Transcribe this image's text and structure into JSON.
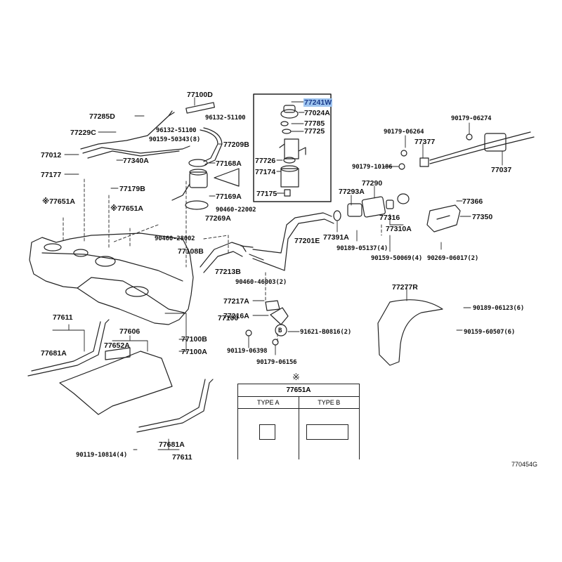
{
  "diagram": {
    "figure_id": "770454G",
    "highlighted_part": "77241W",
    "highlight_color": "#9fc5f0",
    "labels": [
      {
        "id": "77100D",
        "text": "77100D"
      },
      {
        "id": "96132-51100a",
        "text": "96132-51100"
      },
      {
        "id": "77285D",
        "text": "77285D"
      },
      {
        "id": "77229C",
        "text": "77229C"
      },
      {
        "id": "96132-51100b",
        "text": "96132-51100"
      },
      {
        "id": "90159-50343",
        "text": "90159-50343(8)"
      },
      {
        "id": "77209B",
        "text": "77209B"
      },
      {
        "id": "77012",
        "text": "77012"
      },
      {
        "id": "77340A",
        "text": "77340A"
      },
      {
        "id": "77168A",
        "text": "77168A"
      },
      {
        "id": "77177",
        "text": "77177"
      },
      {
        "id": "77179B",
        "text": "77179B"
      },
      {
        "id": "77169A",
        "text": "77169A"
      },
      {
        "id": "77651A-left",
        "text": "※77651A"
      },
      {
        "id": "77651A-mid",
        "text": "※77651A"
      },
      {
        "id": "90460-22002",
        "text": "90460-22002"
      },
      {
        "id": "77269A",
        "text": "77269A"
      },
      {
        "id": "90460-28002",
        "text": "90460-28002"
      },
      {
        "id": "77108B",
        "text": "77108B"
      },
      {
        "id": "77213B",
        "text": "77213B"
      },
      {
        "id": "77201E",
        "text": "77201E"
      },
      {
        "id": "90460-46003",
        "text": "90460-46003(2)"
      },
      {
        "id": "77241W",
        "text": "77241W"
      },
      {
        "id": "77024A",
        "text": "77024A"
      },
      {
        "id": "77785",
        "text": "77785"
      },
      {
        "id": "77725",
        "text": "77725"
      },
      {
        "id": "77726",
        "text": "77726"
      },
      {
        "id": "77174",
        "text": "77174"
      },
      {
        "id": "77175",
        "text": "77175"
      },
      {
        "id": "90179-06274",
        "text": "90179-06274"
      },
      {
        "id": "90179-06264",
        "text": "90179-06264"
      },
      {
        "id": "77377",
        "text": "77377"
      },
      {
        "id": "90179-10186",
        "text": "90179-10186"
      },
      {
        "id": "77037",
        "text": "77037"
      },
      {
        "id": "77290",
        "text": "77290"
      },
      {
        "id": "77293A",
        "text": "77293A"
      },
      {
        "id": "77366",
        "text": "77366"
      },
      {
        "id": "77316",
        "text": "77316"
      },
      {
        "id": "77350",
        "text": "77350"
      },
      {
        "id": "77391A",
        "text": "77391A"
      },
      {
        "id": "77310A",
        "text": "77310A"
      },
      {
        "id": "90189-05137",
        "text": "90189-05137(4)"
      },
      {
        "id": "90159-50069",
        "text": "90159-50069(4)"
      },
      {
        "id": "90269-06017",
        "text": "90269-06017(2)"
      },
      {
        "id": "77277R",
        "text": "77277R"
      },
      {
        "id": "90189-06123",
        "text": "90189-06123(6)"
      },
      {
        "id": "90159-60507",
        "text": "90159-60507(6)"
      },
      {
        "id": "77217A",
        "text": "77217A"
      },
      {
        "id": "77216A",
        "text": "77216A"
      },
      {
        "id": "91621-B0816",
        "text": "91621-B0816(2)"
      },
      {
        "id": "77100",
        "text": "77100"
      },
      {
        "id": "77100B",
        "text": "77100B"
      },
      {
        "id": "77100A",
        "text": "77100A"
      },
      {
        "id": "90119-06398",
        "text": "90119-06398"
      },
      {
        "id": "90179-06156",
        "text": "90179-06156"
      },
      {
        "id": "77611-left",
        "text": "77611"
      },
      {
        "id": "77606",
        "text": "77606"
      },
      {
        "id": "77681A-left",
        "text": "77681A"
      },
      {
        "id": "77652A",
        "text": "77652A"
      },
      {
        "id": "77681A-right",
        "text": "77681A"
      },
      {
        "id": "77611-right",
        "text": "77611"
      },
      {
        "id": "90119-10814",
        "text": "90119-10814(4)"
      },
      {
        "id": "B-marker",
        "text": "B"
      }
    ],
    "legend_table": {
      "note_mark": "※",
      "title": "77651A",
      "columns": [
        "TYPE A",
        "TYPE B"
      ]
    }
  }
}
